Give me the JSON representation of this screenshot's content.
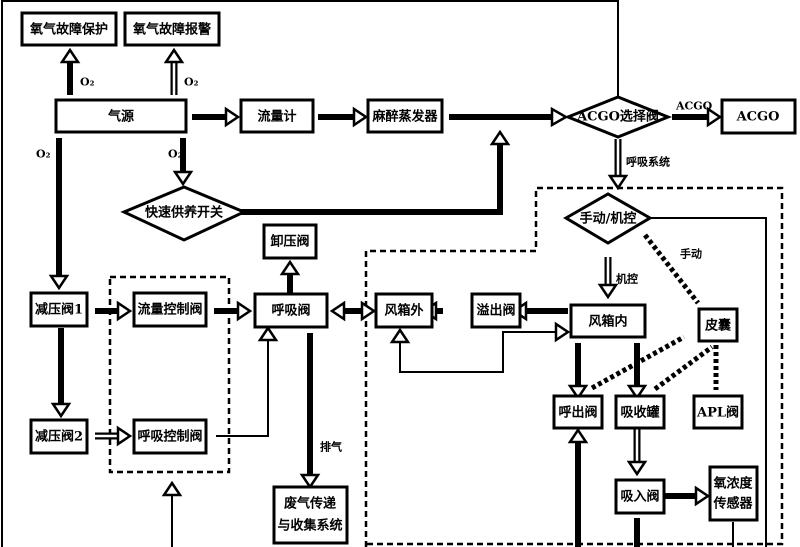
{
  "nodes": {
    "o2_fault_protect": "氧气故障保护",
    "o2_fault_alarm": "氧气故障报警",
    "gas_source": "气源",
    "flowmeter": "流量计",
    "vaporizer": "麻醉蒸发器",
    "acgo_valve": "ACGO选择阀",
    "acgo": "ACGO",
    "flush_switch": "快速供养开关",
    "relief_valve": "卸压阀",
    "reducer1": "减压阀1",
    "reducer2": "减压阀2",
    "flow_ctrl_valve": "流量控制阀",
    "breath_ctrl_valve": "呼吸控制阀",
    "breath_valve": "呼吸阀",
    "bellows_out": "风箱外",
    "overflow_valve": "溢出阀",
    "bellows_in": "风箱内",
    "manual_auto": "手动/机控",
    "bag": "皮囊",
    "exhale_valve": "呼出阀",
    "absorber": "吸收罐",
    "apl_valve": "APL阀",
    "inhale_valve": "吸入阀",
    "o2_sensor_line1": "氧浓度",
    "o2_sensor_line2": "传感器",
    "exhaust_line1": "废气传递",
    "exhaust_line2": "与收集系统"
  },
  "edge_labels": {
    "o2_a": "O₂",
    "o2_b": "O₂",
    "o2_c": "O₂",
    "o2_d": "O₂",
    "acgo": "ACGO",
    "breathing_system": "呼吸系统",
    "manual": "手动",
    "machine": "机控",
    "exhaust": "排气"
  }
}
